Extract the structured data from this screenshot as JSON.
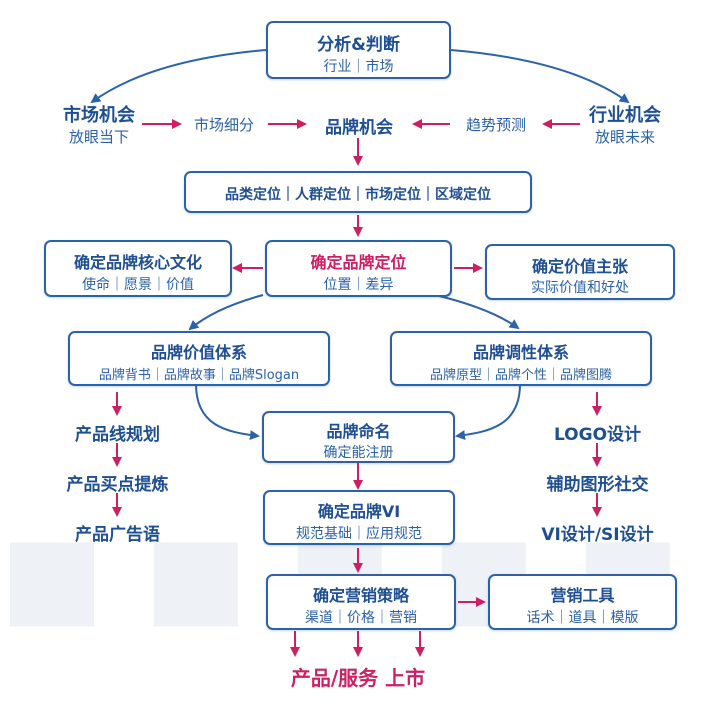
{
  "top": {
    "title": "分析&判断",
    "sub": "行业｜市场"
  },
  "market_opportunity": {
    "title": "市场机会",
    "sub": "放眼当下"
  },
  "industry_opportunity": {
    "title": "行业机会",
    "sub": "放眼未来"
  },
  "market_segment": "市场细分",
  "brand_opportunity": "品牌机会",
  "trend_forecast": "趋势预测",
  "positioning": "品类定位｜人群定位｜市场定位｜区域定位",
  "core_culture": {
    "title": "确定品牌核心文化",
    "sub": "使命｜愿景｜价值"
  },
  "brand_position": {
    "title": "确定品牌定位",
    "sub": "位置｜差异"
  },
  "value_proposition": {
    "title": "确定价值主张",
    "sub": "实际价值和好处"
  },
  "value_system": {
    "title": "品牌价值体系",
    "sub": "品牌背书｜品牌故事｜品牌Slogan"
  },
  "tone_system": {
    "title": "品牌调性体系",
    "sub": "品牌原型｜品牌个性｜品牌图腾"
  },
  "left_chain": [
    "产品线规划",
    "产品买点提炼",
    "产品广告语"
  ],
  "right_chain": [
    "LOGO设计",
    "辅助图形社交",
    "VI设计/SI设计"
  ],
  "naming": {
    "title": "品牌命名",
    "sub": "确定能注册"
  },
  "brand_vi": {
    "title": "确定品牌VI",
    "sub": "规范基础｜应用规范"
  },
  "marketing_strategy": {
    "title": "确定营销策略",
    "sub": "渠道｜价格｜营销"
  },
  "marketing_tools": {
    "title": "营销工具",
    "sub": "话术｜道具｜模版"
  },
  "launch": "产品/服务 上市",
  "colors": {
    "blue": "#2b62a8",
    "dark_blue": "#1f4f93",
    "accent": "#d01e63"
  }
}
